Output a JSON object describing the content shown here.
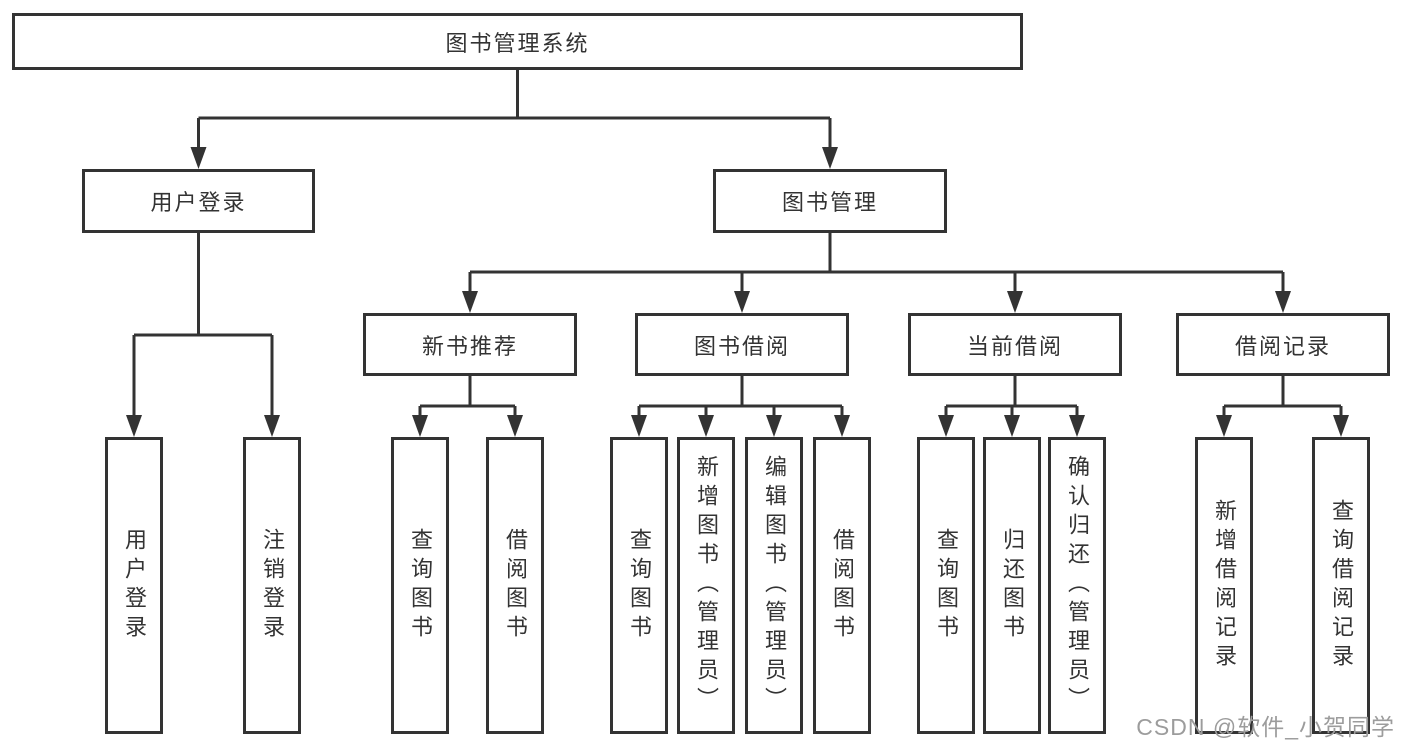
{
  "tree": {
    "root": {
      "label": "图书管理系统"
    },
    "branches": [
      {
        "label": "用户登录",
        "children": [
          {
            "label": "用户登录"
          },
          {
            "label": "注销登录"
          }
        ]
      },
      {
        "label": "图书管理",
        "children": [
          {
            "label": "新书推荐",
            "children": [
              {
                "label": "查询图书"
              },
              {
                "label": "借阅图书"
              }
            ]
          },
          {
            "label": "图书借阅",
            "children": [
              {
                "label": "查询图书"
              },
              {
                "label": "新增图书（管理员）"
              },
              {
                "label": "编辑图书（管理员）"
              },
              {
                "label": "借阅图书"
              }
            ]
          },
          {
            "label": "当前借阅",
            "children": [
              {
                "label": "查询图书"
              },
              {
                "label": "归还图书"
              },
              {
                "label": "确认归还（管理员）"
              }
            ]
          },
          {
            "label": "借阅记录",
            "children": [
              {
                "label": "新增借阅记录"
              },
              {
                "label": "查询借阅记录"
              }
            ]
          }
        ]
      }
    ]
  },
  "watermark": {
    "text": "CSDN @软件_小贺同学"
  },
  "colors": {
    "line": "#333333",
    "box_border": "#333333",
    "box_fill": "#ffffff",
    "text": "#333333",
    "watermark": "#9c9c9c",
    "background": "#ffffff"
  }
}
